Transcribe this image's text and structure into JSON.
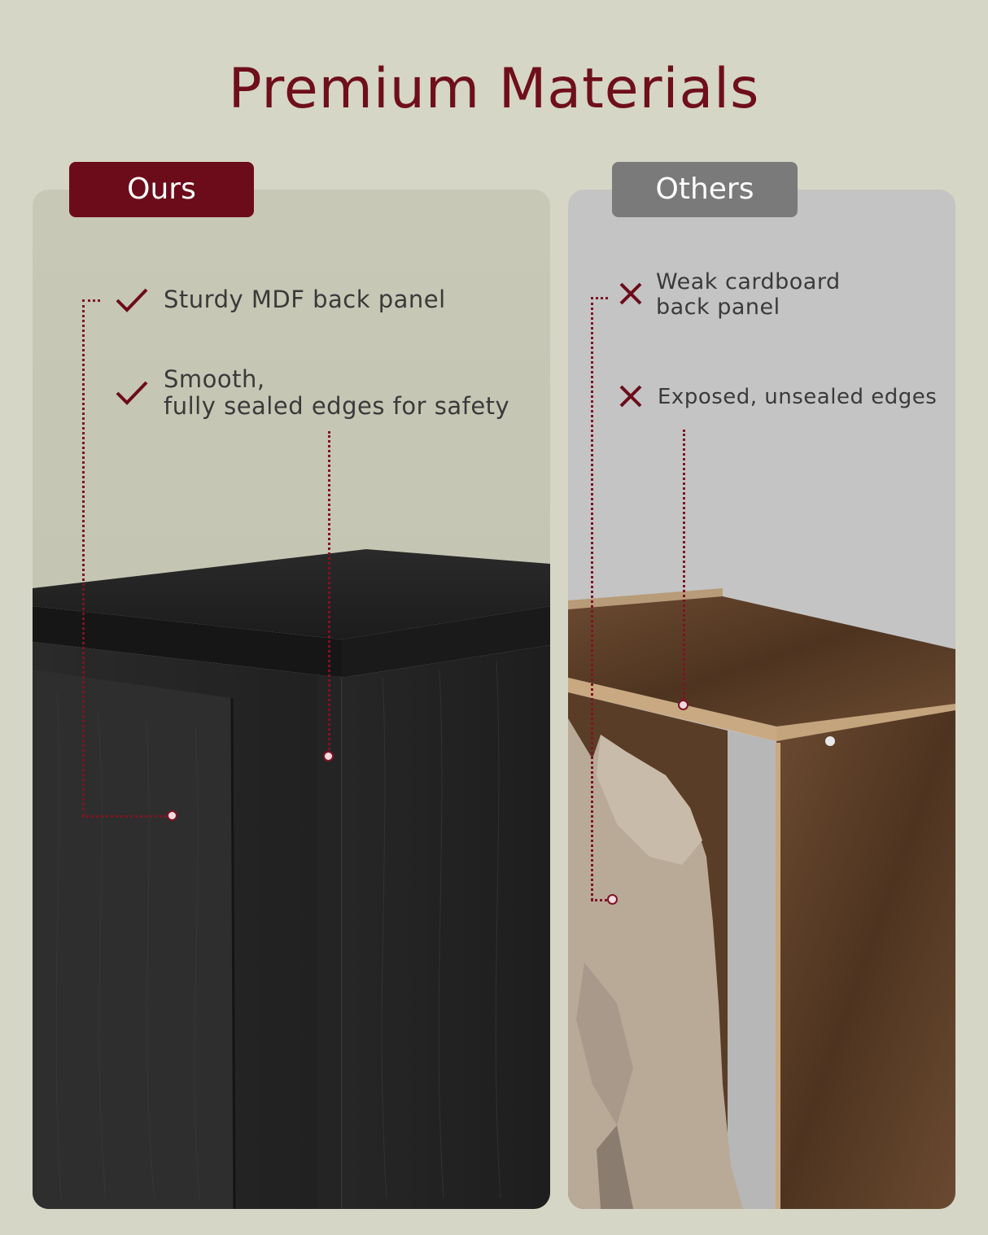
{
  "title": "Premium Materials",
  "ours": {
    "tag": "Ours",
    "features": [
      {
        "icon": "check-icon",
        "text": "Sturdy MDF back panel"
      },
      {
        "icon": "check-icon",
        "text": "Smooth,\nfully sealed edges for safety"
      }
    ]
  },
  "others": {
    "tag": "Others",
    "features": [
      {
        "icon": "cross-icon",
        "text": "Weak cardboard\nback panel"
      },
      {
        "icon": "cross-icon",
        "text": "Exposed, unsealed edges"
      }
    ]
  },
  "colors": {
    "accent": "#6c0c1a",
    "background": "#d5d6c5",
    "others_tag": "#7a7a7a"
  }
}
